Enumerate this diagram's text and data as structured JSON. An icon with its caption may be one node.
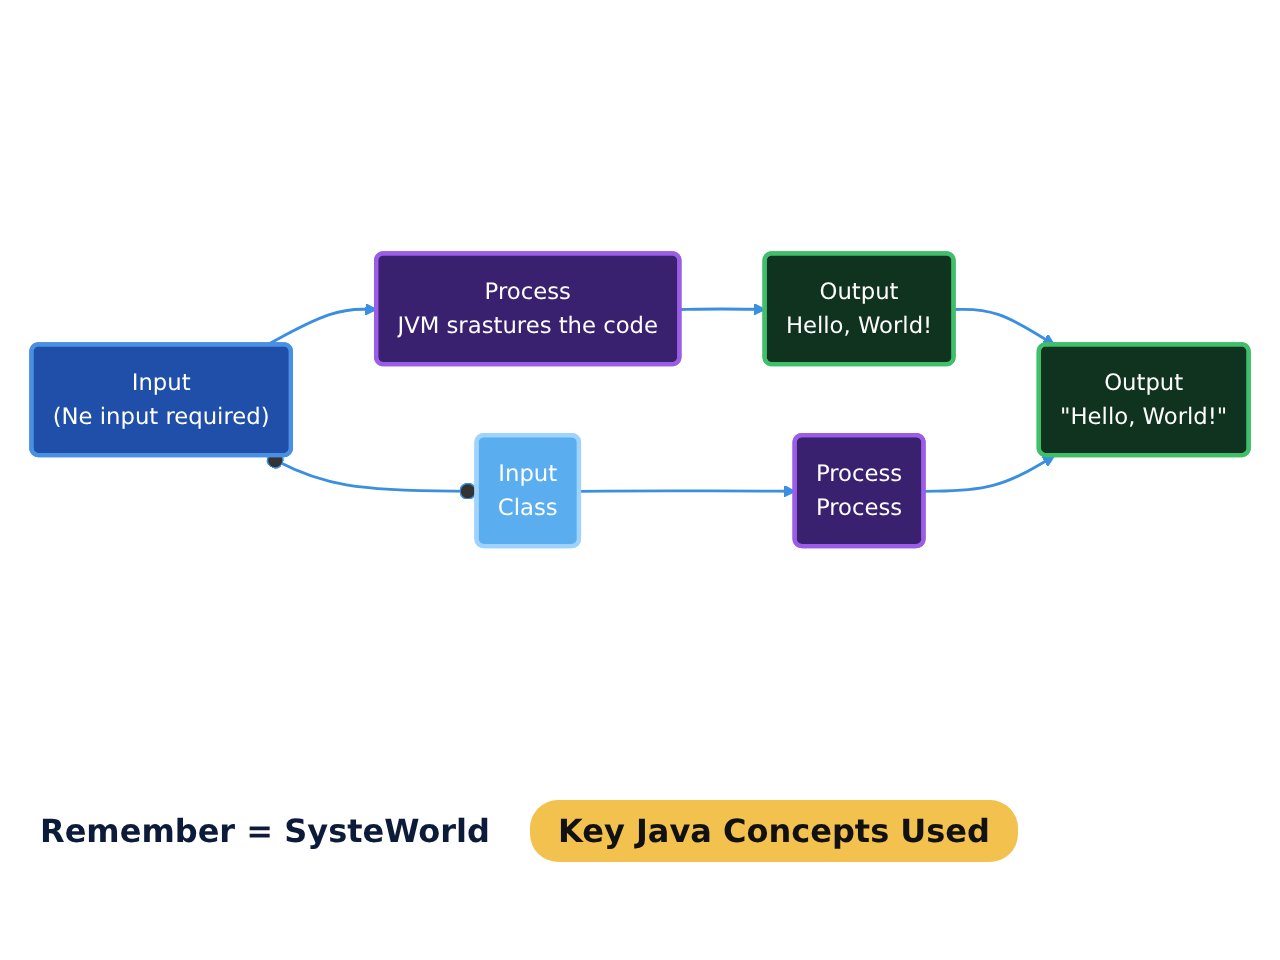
{
  "diagram": {
    "nodes": [
      {
        "text": [
          "Input",
          "(Ne input required)"
        ]
      },
      {
        "text": [
          "Process",
          "JVM srastures the code"
        ]
      },
      {
        "text": [
          "Output",
          "Hello, World!"
        ]
      },
      {
        "text": [
          "Input",
          "Class"
        ]
      },
      {
        "text": [
          "Process",
          "Process"
        ]
      },
      {
        "text": [
          "Output",
          "\"Hello, World!\""
        ]
      }
    ],
    "edges": [
      {
        "from": 0,
        "to": 1,
        "arrow": "to"
      },
      {
        "from": 1,
        "to": 2,
        "arrow": "to"
      },
      {
        "from": 2,
        "to": 5,
        "arrow": "to"
      },
      {
        "from": 3,
        "to": 4,
        "arrow": "to"
      },
      {
        "from": 4,
        "to": 5,
        "arrow": "to"
      },
      {
        "from": 0,
        "to": 3,
        "arrow": "other"
      }
    ],
    "labels": [
      "Remember = SysteWorld",
      "Key Java Concepts Used"
    ]
  }
}
